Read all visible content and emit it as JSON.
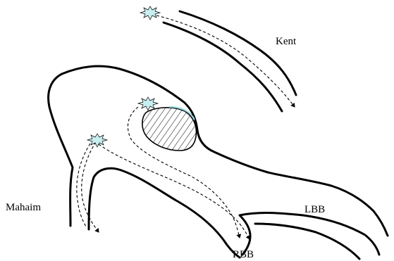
{
  "labels": {
    "kent": "Kent",
    "mahaim": "Mahaim",
    "lbb": "LBB",
    "rbb": "RBB"
  },
  "colors": {
    "star_fill": "#c8eef0",
    "outline": "#000000",
    "background": "#ffffff"
  }
}
